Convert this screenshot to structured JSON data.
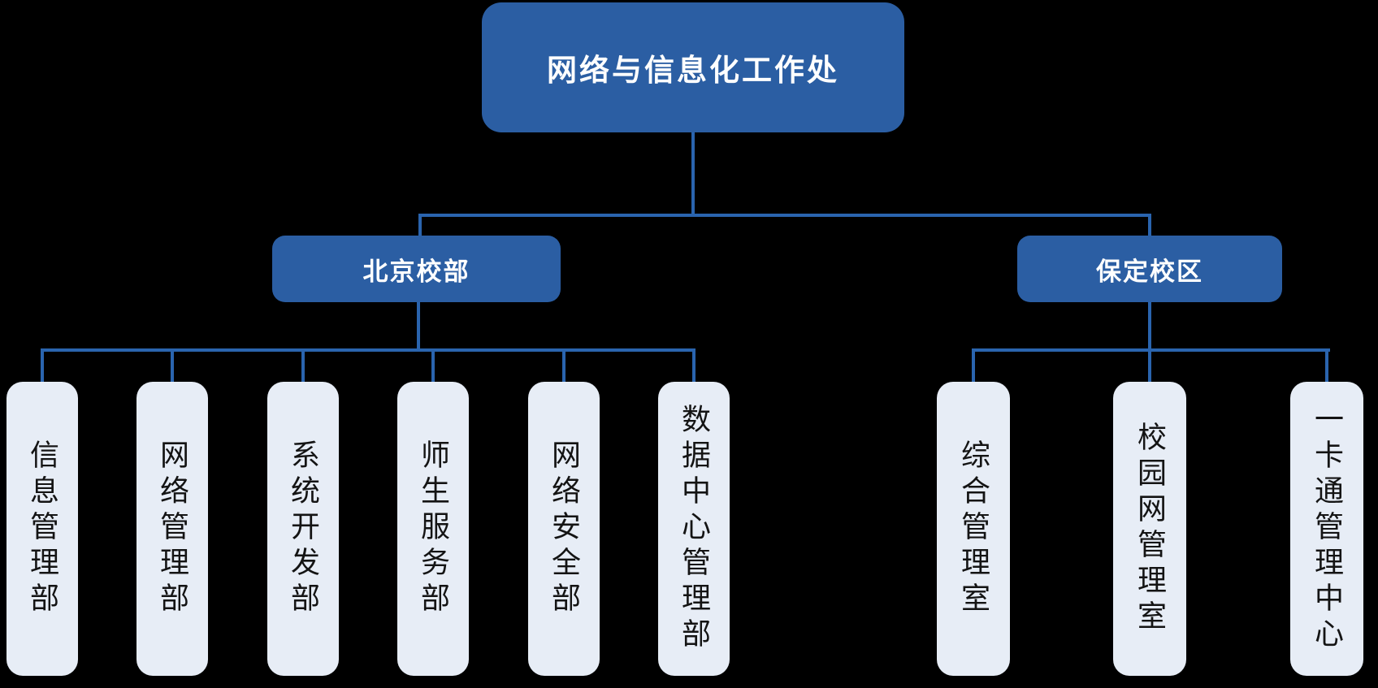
{
  "palette": {
    "background": "#000000",
    "node_fill": "#2B5EA3",
    "node_text": "#FFFFFF",
    "connector_line": "#2A64AE",
    "leaf_fill": "#E7EDF6",
    "leaf_text": "#141414"
  },
  "chart_data": {
    "type": "org-chart",
    "root": {
      "label": "网络与信息化工作处"
    },
    "branches": [
      {
        "label": "北京校部",
        "departments": [
          "信息管理部",
          "网络管理部",
          "系统开发部",
          "师生服务部",
          "网络安全部",
          "数据中心管理部"
        ]
      },
      {
        "label": "保定校区",
        "departments": [
          "综合管理室",
          "校园网管理室",
          "一卡通管理中心"
        ]
      }
    ]
  }
}
